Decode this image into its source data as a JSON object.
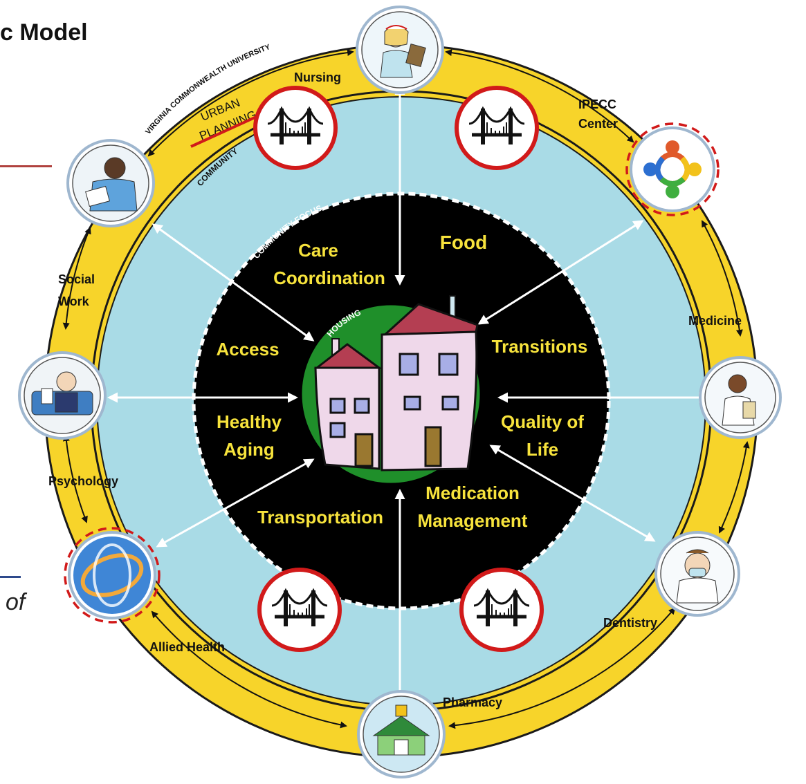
{
  "header": {
    "title_fragment": "c Model",
    "italic_fragment": "of"
  },
  "ring": {
    "university_arc": "VIRGINIA COMMONWEALTH UNIVERSITY",
    "community_arc": "COMMUNITY",
    "focus_arc": "COMMUNITY FOCUS",
    "urban": "URBAN",
    "planning": "PLANNING"
  },
  "disciplines": {
    "nursing": "Nursing",
    "ipecc_line1": "IPECC",
    "ipecc_line2": "Center",
    "medicine": "Medicine",
    "dentistry": "Dentistry",
    "pharmacy": "Pharmacy",
    "allied_health": "Allied Health",
    "psychology": "Psychology",
    "social_work_line1": "Social",
    "social_work_line2": "Work"
  },
  "focus_areas": {
    "care_line1": "Care",
    "care_line2": "Coordination",
    "food": "Food",
    "access": "Access",
    "transitions": "Transitions",
    "healthy_line1": "Healthy",
    "healthy_line2": "Aging",
    "quality_line1": "Quality of",
    "quality_line2": "Life",
    "transportation": "Transportation",
    "medication_line1": "Medication",
    "medication_line2": "Management"
  },
  "center": {
    "housing": "HOUSING"
  },
  "colors": {
    "yellow_ring": "#f7d42a",
    "light_blue": "#a9dbe6",
    "black_core": "#000000",
    "green_circle": "#1f8f2a",
    "label_yellow": "#f7e33c",
    "bridge_red": "#d11a1a",
    "building_pink": "#efd8ea",
    "roof": "#b43e52"
  },
  "icons": [
    "nurse-icon",
    "team-icon",
    "doctor-icon",
    "dentist-icon",
    "pharmacy-icon",
    "allied-health-icon",
    "psychologist-icon",
    "social-worker-icon",
    "bridge-icon",
    "housing-building-icon"
  ]
}
